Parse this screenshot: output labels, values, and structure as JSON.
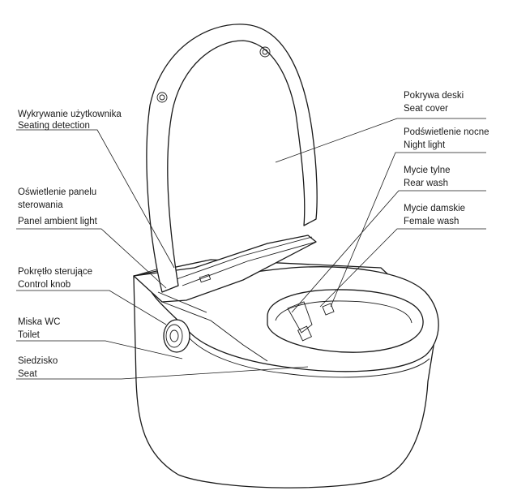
{
  "labels": {
    "seating_detection": {
      "pl": "Wykrywanie użytkownika",
      "en": "Seating detection"
    },
    "panel_light": {
      "pl1": "Oświetlenie panelu",
      "pl2": "sterowania",
      "en": "Panel ambient light"
    },
    "control_knob": {
      "pl": "Pokrętło sterujące",
      "en": "Control knob"
    },
    "toilet": {
      "pl": "Miska WC",
      "en": "Toilet"
    },
    "seat": {
      "pl": "Siedzisko",
      "en": "Seat"
    },
    "seat_cover": {
      "pl": "Pokrywa deski",
      "en": "Seat cover"
    },
    "night_light": {
      "pl": "Podświetlenie nocne",
      "en": "Night light"
    },
    "rear_wash": {
      "pl": "Mycie tylne",
      "en": "Rear wash"
    },
    "female_wash": {
      "pl": "Mycie damskie",
      "en": "Female wash"
    }
  }
}
